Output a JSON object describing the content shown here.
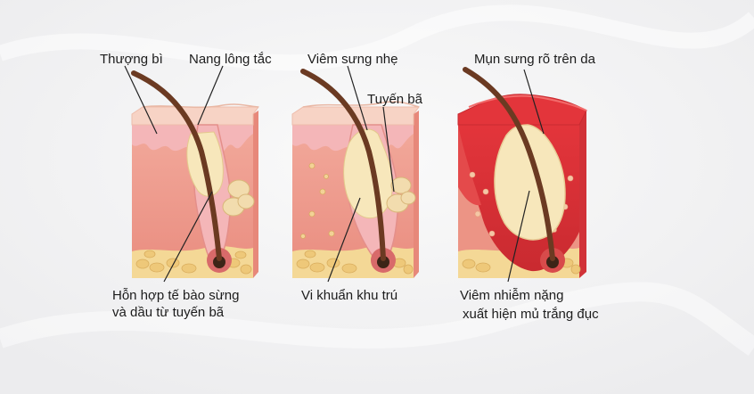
{
  "panels": [
    {
      "top_labels": [
        "Thượng bì",
        "Nang lông tắc"
      ],
      "bottom_lines": [
        "Hỗn hợp tế bào sừng",
        "và dầu  từ tuyến bã"
      ]
    },
    {
      "top_labels": [
        "Viêm sưng nhẹ",
        "Tuyến bã"
      ],
      "bottom_lines": [
        "Vi khuẩn khu trú"
      ]
    },
    {
      "top_labels": [
        "Mụn sưng rõ trên da"
      ],
      "bottom_lines": [
        "Viêm nhiễm nặng",
        "xuất hiện mủ trắng đục"
      ]
    }
  ],
  "colors": {
    "background": "#f3f3f4",
    "skin_surface": "#f7d3c5",
    "dermis": "#ee9c8e",
    "epidermis_pink": "#f4b6b8",
    "fat": "#f4d896",
    "sebum": "#f7e7bb",
    "hair": "#6b3a22",
    "inflamed_red": "#e0343a"
  }
}
